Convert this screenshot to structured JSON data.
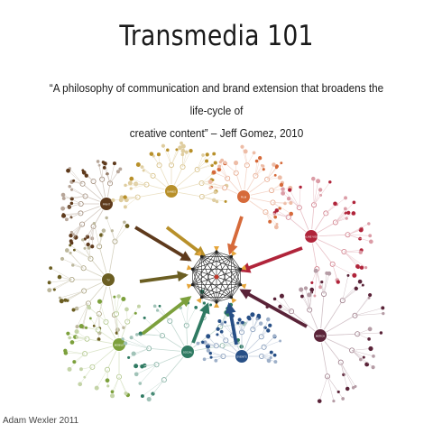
{
  "slide": {
    "title": "Transmedia 101",
    "quote_line1": "“A philosophy of communication and brand extension that broadens the life-cycle of",
    "quote_line2": "creative content” – Jeff Gomez, 2010",
    "credit": "Adam Wexler 2011"
  },
  "diagram": {
    "clusters": [
      {
        "name": "print",
        "label": "PRINT",
        "color": "#5e3a1c"
      },
      {
        "name": "games",
        "label": "GAMES",
        "color": "#b8902a"
      },
      {
        "name": "film",
        "label": "FILM",
        "color": "#d66a3a"
      },
      {
        "name": "online-video",
        "label": "ONLINE VIDEO",
        "color": "#b0243a"
      },
      {
        "name": "television",
        "label": "TV",
        "color": "#6b5e22"
      },
      {
        "name": "mobile",
        "label": "MOBILE",
        "color": "#7ca03c"
      },
      {
        "name": "social",
        "label": "SOCIAL",
        "color": "#2f7a62"
      },
      {
        "name": "events",
        "label": "EVENTS",
        "color": "#274f86"
      },
      {
        "name": "merchandise",
        "label": "MERCH",
        "color": "#5a2338"
      }
    ],
    "hub_color": "#222222",
    "arrow_tip_color": "#e5a53a"
  }
}
